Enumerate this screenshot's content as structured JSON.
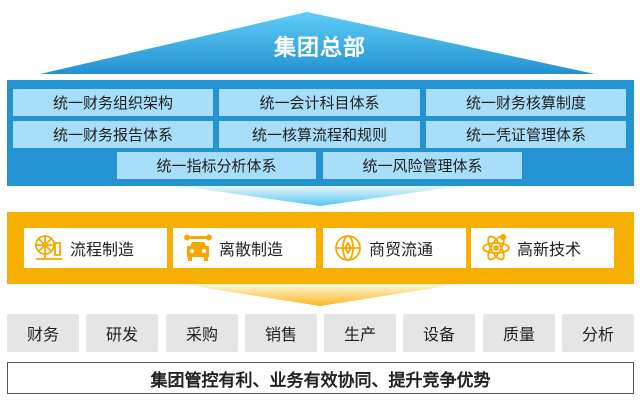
{
  "headquarters": {
    "title": "集团总部"
  },
  "unified_systems": [
    "统一财务组织架构",
    "统一会计科目体系",
    "统一财务核算制度",
    "统一财务报告体系",
    "统一核算流程和规则",
    "统一凭证管理体系",
    "统一指标分析体系",
    "统一风险管理体系"
  ],
  "industries": [
    {
      "label": "流程制造",
      "icon": "process-plant-icon"
    },
    {
      "label": "离散制造",
      "icon": "car-wrench-icon"
    },
    {
      "label": "商贸流通",
      "icon": "globe-icon"
    },
    {
      "label": "高新技术",
      "icon": "atom-icon"
    }
  ],
  "functions": [
    "财务",
    "研发",
    "采购",
    "销售",
    "生产",
    "设备",
    "质量",
    "分析"
  ],
  "slogan": "集团管控有利、业务有效协同、提升竞争优势",
  "colors": {
    "blue": "#2394d1",
    "light_blue": "#a8defa",
    "orange": "#f7b000",
    "gray": "#e5e5e5"
  }
}
